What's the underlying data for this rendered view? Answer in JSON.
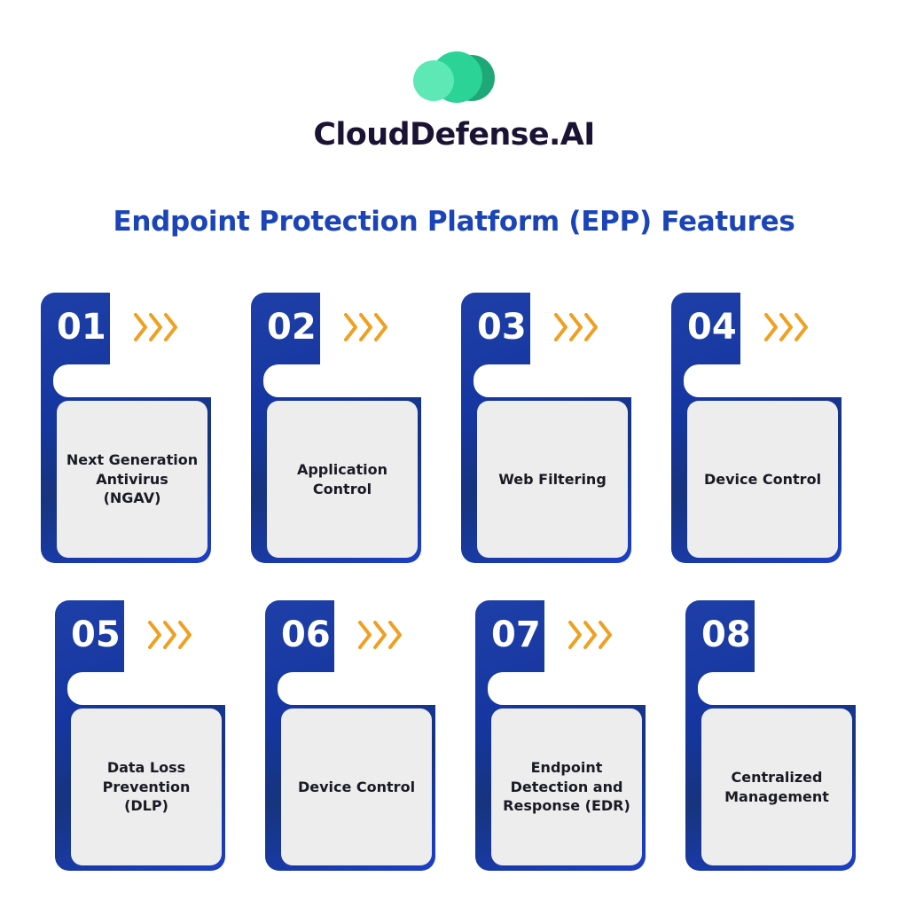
{
  "brand": {
    "name": "CloudDefense.AI",
    "logo_icon": "cloud-blobs-icon",
    "logo_colors": {
      "back": "#1FA877",
      "mid": "#2BD396",
      "front": "#5EE8B5"
    },
    "name_color": "#1B1333"
  },
  "headline": {
    "text": "Endpoint Protection Platform (EPP) Features",
    "color": "#1B44B8"
  },
  "theme": {
    "background": "#FFFFFF",
    "card_blue_dark": "#16347E",
    "card_blue_light": "#1C3FC7",
    "card_sheet": "#EDEDED",
    "chevron": "#F0A020",
    "label_text": "#1A1A24"
  },
  "arrow_icon": "triple-chevron-right-icon",
  "cards": [
    {
      "number": "01",
      "label": "Next Generation Antivirus (NGAV)",
      "has_chevrons": true
    },
    {
      "number": "02",
      "label": "Application Control",
      "has_chevrons": true
    },
    {
      "number": "03",
      "label": "Web Filtering",
      "has_chevrons": true
    },
    {
      "number": "04",
      "label": "Device Control",
      "has_chevrons": true
    },
    {
      "number": "05",
      "label": "Data Loss Prevention (DLP)",
      "has_chevrons": true
    },
    {
      "number": "06",
      "label": "Device Control",
      "has_chevrons": true
    },
    {
      "number": "07",
      "label": "Endpoint Detection and Response (EDR)",
      "has_chevrons": true
    },
    {
      "number": "08",
      "label": "Centralized Management",
      "has_chevrons": false
    }
  ]
}
